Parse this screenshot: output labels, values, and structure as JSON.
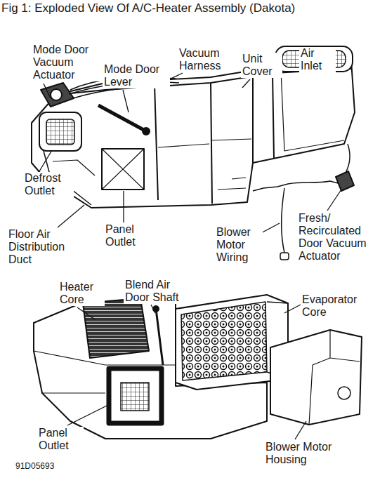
{
  "diagram": {
    "title": "Fig 1: Exploded View Of A/C-Heater Assembly (Dakota)",
    "labels": [
      "Mode Door Vacuum Actuator",
      "Vacuum Harness",
      "Unit Cover",
      "Air Inlet",
      "Mode Door Lever",
      "Defrost Outlet",
      "Floor Air Distribution Duct",
      "Panel Outlet",
      "Blower Motor Wiring",
      "Fresh/ Recirculated Door Vacuum Actuator",
      "Heater Core",
      "Blend Air Door Shaft",
      "Evaporator Core",
      "Panel Outlet",
      "Blower Motor Housing",
      "91D05693"
    ]
  }
}
